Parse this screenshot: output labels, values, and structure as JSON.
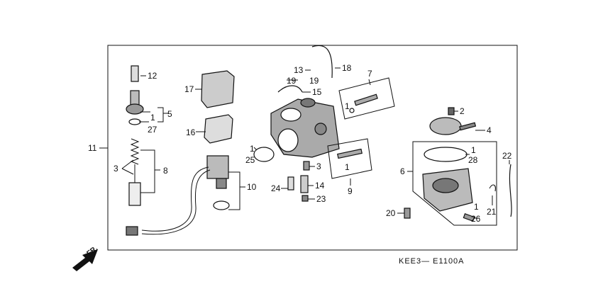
{
  "diagram_code": "KEE3— E1100A",
  "direction_label": "FR.",
  "callouts": {
    "c1a": "1",
    "c1b": "1",
    "c1c": "1",
    "c1d": "1",
    "c1e": "1",
    "c1f": "1",
    "c2": "2",
    "c3a": "3",
    "c3b": "3",
    "c4": "4",
    "c5": "5",
    "c6": "6",
    "c7": "7",
    "c8": "8",
    "c9": "9",
    "c10": "10",
    "c11": "11",
    "c12": "12",
    "c13": "13",
    "c14": "14",
    "c15": "15",
    "c16": "16",
    "c17": "17",
    "c18": "18",
    "c19a": "19",
    "c19b": "19",
    "c20": "20",
    "c21": "21",
    "c22": "22",
    "c23": "23",
    "c24": "24",
    "c25": "25",
    "c26": "26",
    "c27": "27",
    "c28": "28"
  }
}
